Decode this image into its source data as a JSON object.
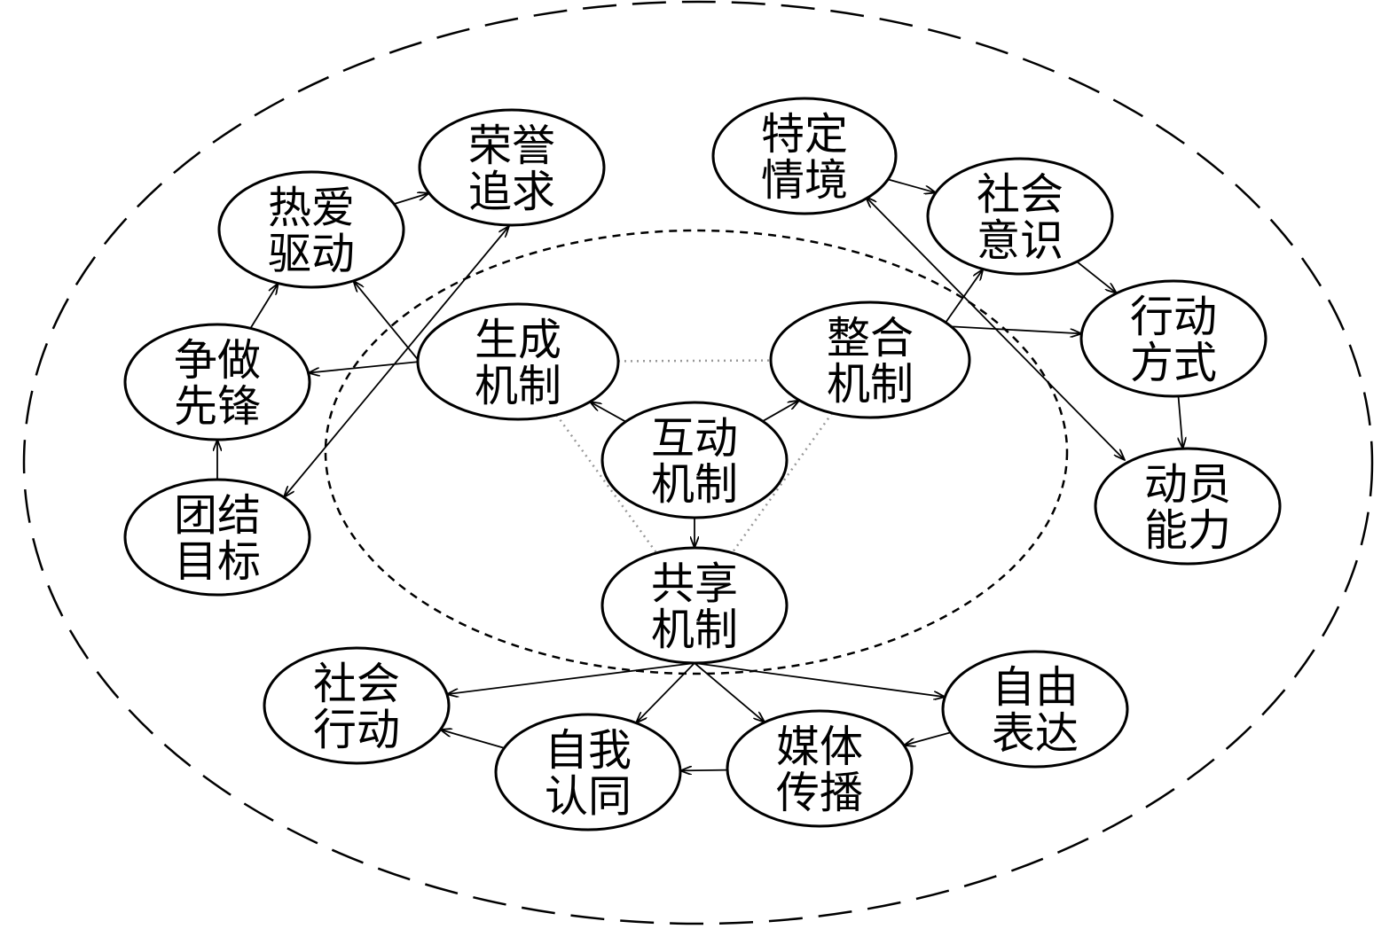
{
  "nodes": [
    {
      "id": "huodong",
      "line1": "互动",
      "line2": "机制"
    },
    {
      "id": "shengcheng",
      "line1": "生成",
      "line2": "机制"
    },
    {
      "id": "zhenghe",
      "line1": "整合",
      "line2": "机制"
    },
    {
      "id": "gongxiang",
      "line1": "共享",
      "line2": "机制"
    },
    {
      "id": "rongyu",
      "line1": "荣誉",
      "line2": "追求"
    },
    {
      "id": "reai",
      "line1": "热爱",
      "line2": "驱动"
    },
    {
      "id": "zhengzuo",
      "line1": "争做",
      "line2": "先锋"
    },
    {
      "id": "tuanjie",
      "line1": "团结",
      "line2": "目标"
    },
    {
      "id": "teding",
      "line1": "特定",
      "line2": "情境"
    },
    {
      "id": "shehuiyishi",
      "line1": "社会",
      "line2": "意识"
    },
    {
      "id": "xingdong",
      "line1": "行动",
      "line2": "方式"
    },
    {
      "id": "dongyuan",
      "line1": "动员",
      "line2": "能力"
    },
    {
      "id": "shehuixingdong",
      "line1": "社会",
      "line2": "行动"
    },
    {
      "id": "ziwo",
      "line1": "自我",
      "line2": "认同"
    },
    {
      "id": "meiti",
      "line1": "媒体",
      "line2": "传播"
    },
    {
      "id": "ziyou",
      "line1": "自由",
      "line2": "表达"
    }
  ],
  "edges": [
    {
      "from": "huodong",
      "to": "shengcheng",
      "style": "arrow"
    },
    {
      "from": "huodong",
      "to": "zhenghe",
      "style": "arrow"
    },
    {
      "from": "huodong",
      "to": "gongxiang",
      "style": "arrow"
    },
    {
      "from": "shengcheng",
      "to": "zhengzuo",
      "style": "arrow"
    },
    {
      "from": "shengcheng",
      "to": "reai",
      "style": "arrow"
    },
    {
      "from": "zhengzuo",
      "to": "reai",
      "style": "arrow"
    },
    {
      "from": "reai",
      "to": "rongyu",
      "style": "arrow"
    },
    {
      "from": "tuanjie",
      "to": "zhengzuo",
      "style": "arrow"
    },
    {
      "from": "tuanjie",
      "to": "rongyu",
      "style": "double-arrow"
    },
    {
      "from": "teding",
      "to": "shehuiyishi",
      "style": "arrow"
    },
    {
      "from": "shehuiyishi",
      "to": "xingdong",
      "style": "arrow"
    },
    {
      "from": "xingdong",
      "to": "dongyuan",
      "style": "arrow"
    },
    {
      "from": "zhenghe",
      "to": "shehuiyishi",
      "style": "arrow"
    },
    {
      "from": "zhenghe",
      "to": "xingdong",
      "style": "arrow"
    },
    {
      "from": "teding",
      "to": "dongyuan",
      "style": "double-arrow"
    },
    {
      "from": "gongxiang",
      "to": "shehuixingdong",
      "style": "arrow"
    },
    {
      "from": "gongxiang",
      "to": "ziwo",
      "style": "arrow"
    },
    {
      "from": "gongxiang",
      "to": "meiti",
      "style": "arrow"
    },
    {
      "from": "gongxiang",
      "to": "ziyou",
      "style": "arrow"
    },
    {
      "from": "ziwo",
      "to": "shehuixingdong",
      "style": "arrow"
    },
    {
      "from": "meiti",
      "to": "ziwo",
      "style": "arrow"
    },
    {
      "from": "ziyou",
      "to": "meiti",
      "style": "arrow"
    },
    {
      "from": "shengcheng",
      "to": "zhenghe",
      "style": "dotted"
    },
    {
      "from": "shengcheng",
      "to": "gongxiang",
      "style": "dotted"
    },
    {
      "from": "zhenghe",
      "to": "gongxiang",
      "style": "dotted"
    }
  ]
}
